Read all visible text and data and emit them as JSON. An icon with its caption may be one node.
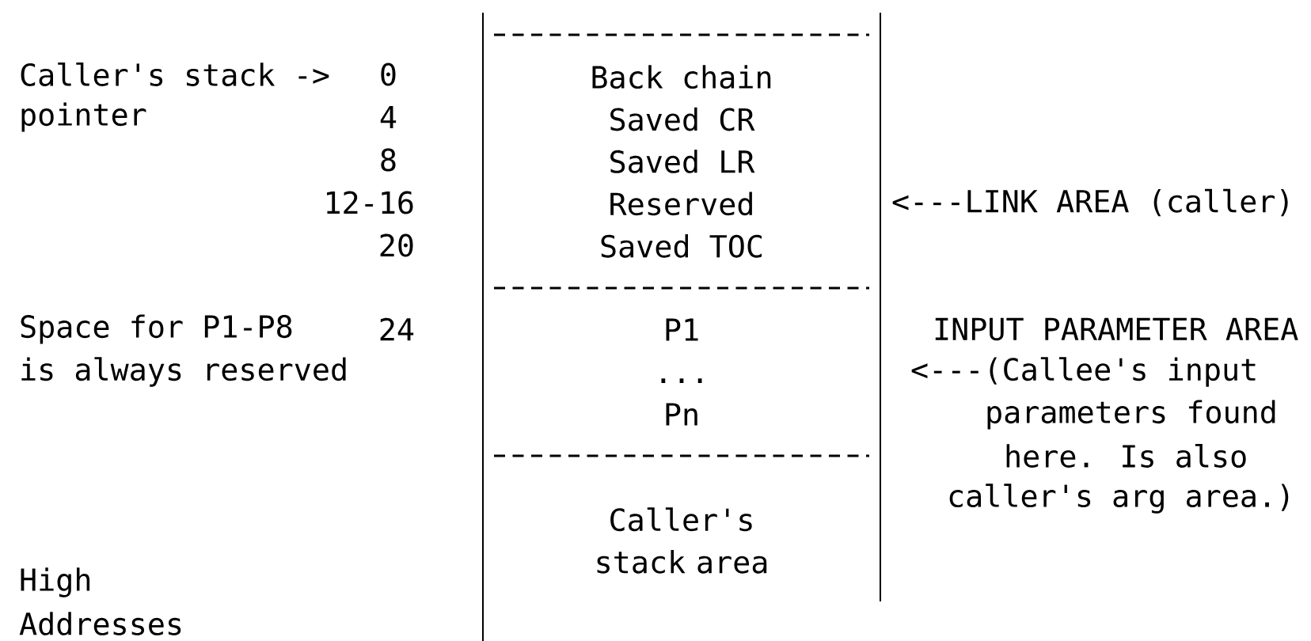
{
  "diagram": {
    "nodes": [
      {
        "text": [
          "Back chain",
          "Saved CR",
          "Saved LR",
          "Reserved",
          "Saved TOC"
        ]
      },
      {
        "text": [
          "P1",
          "...",
          "Pn"
        ]
      },
      {
        "text": [
          "Caller's stack area"
        ]
      }
    ],
    "labels": [
      "Caller's stack ->",
      "0",
      "pointer",
      "4",
      "8",
      "12-16",
      "<---LINK AREA (caller)",
      "20",
      "Space for P1-P8",
      "24",
      "INPUT PARAMETER AREA",
      "is always reserved",
      "<---(Callee's input",
      "parameters found",
      "here. Is also",
      "caller's arg area.)",
      "High",
      "Addresses"
    ]
  }
}
